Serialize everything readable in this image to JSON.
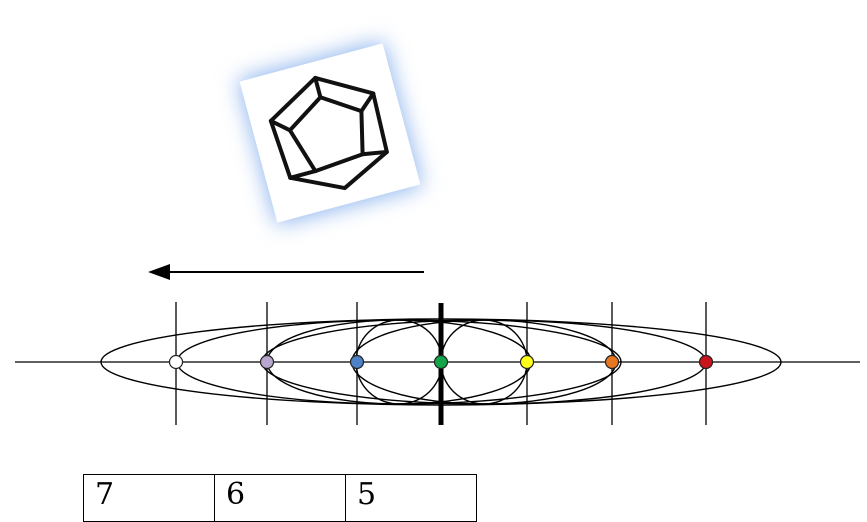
{
  "image_thumbnail": {
    "icon": "pentagon-outline-icon",
    "frame_color": "#ffffff",
    "glow_color": "#8cb4ee",
    "stroke_color": "#111111"
  },
  "arrow": {
    "direction": "left",
    "color": "#000000"
  },
  "markers": [
    {
      "color": "#ffffff",
      "label": "empty"
    },
    {
      "color": "#b9a6cf",
      "label": "lilac"
    },
    {
      "color": "#4f81c7",
      "label": "blue"
    },
    {
      "color": "#12a64a",
      "label": "green"
    },
    {
      "color": "#ffff1a",
      "label": "yellow"
    },
    {
      "color": "#e87722",
      "label": "orange"
    },
    {
      "color": "#c8151b",
      "label": "red"
    }
  ],
  "table": {
    "cells": [
      "7",
      "6",
      "5"
    ]
  }
}
